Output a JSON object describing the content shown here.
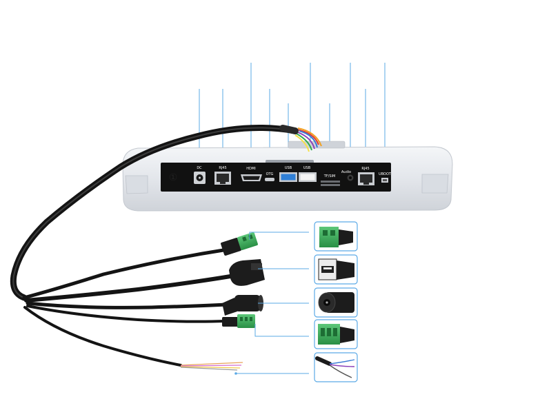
{
  "panel": {
    "index_mark": "①",
    "ports": [
      {
        "label": "DC"
      },
      {
        "label": "RJ45"
      },
      {
        "label": "HDMI"
      },
      {
        "label": "OTG"
      },
      {
        "label": "USB"
      },
      {
        "label": "USB"
      },
      {
        "label": "TF/SIM"
      },
      {
        "label": "Audio"
      },
      {
        "label": "RJ45"
      },
      {
        "label": "UBOOT"
      }
    ]
  },
  "colors": {
    "callout_line": "#5aa9e6",
    "housing": "#e4e7ec",
    "port_panel": "#111111",
    "cable": "#1a1a1a",
    "terminal_green": "#3aa856",
    "usb_blue": "#2f7fd6"
  },
  "connector_thumbnails": [
    {
      "icon": "green-terminal-block-2pin-icon"
    },
    {
      "icon": "usb-a-female-icon"
    },
    {
      "icon": "dc-barrel-jack-icon"
    },
    {
      "icon": "green-terminal-block-3pin-icon"
    },
    {
      "icon": "bare-wire-leads-icon"
    }
  ]
}
